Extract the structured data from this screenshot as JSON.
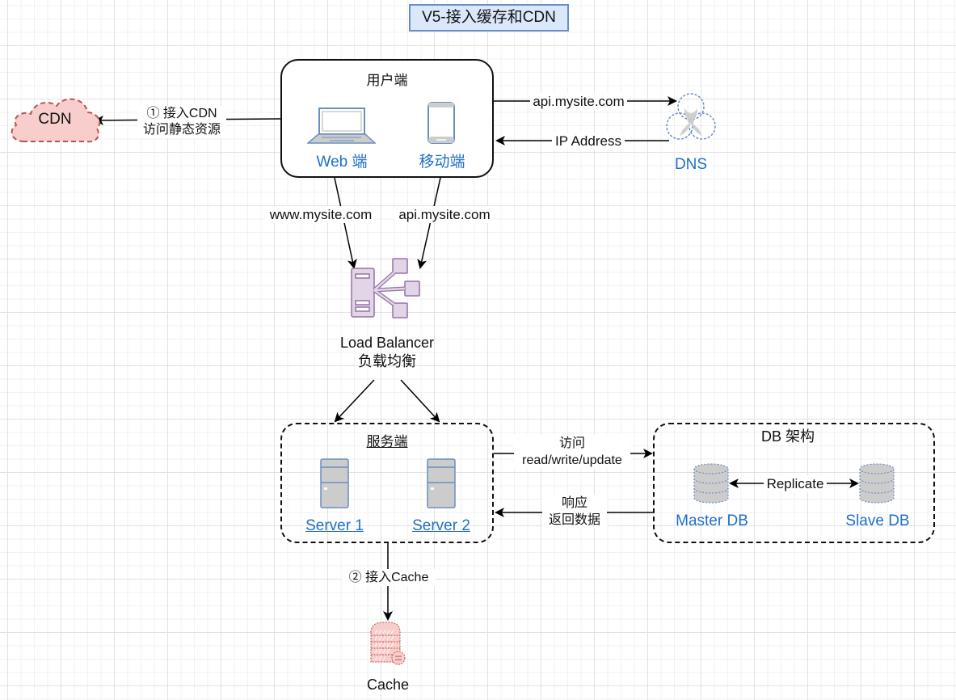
{
  "title": "V5-接入缓存和CDN",
  "colors": {
    "title_fill": "#dae8fc",
    "title_stroke": "#6c8ebf",
    "label_blue": "#1f6fc7",
    "cdn_fill": "#f8cecc",
    "cdn_stroke": "#b85450",
    "lb_fill": "#e1d5e7",
    "lb_stroke": "#9673a6",
    "device_stroke": "#6c8ebf",
    "device_fill": "#cccccc"
  },
  "cdn": {
    "label": "CDN",
    "edge_label_line1": "① 接入CDN",
    "edge_label_line2": "访问静态资源"
  },
  "client": {
    "title": "用户端",
    "web": {
      "icon": "laptop-icon",
      "label": "Web 端"
    },
    "mobile": {
      "icon": "mobile-phone-icon",
      "label": "移动端"
    }
  },
  "dns": {
    "icon": "dns-icon",
    "label": "DNS",
    "request_label": "api.mysite.com",
    "response_label": "IP Address"
  },
  "to_lb": {
    "web_label": "www.mysite.com",
    "api_label": "api.mysite.com"
  },
  "load_balancer": {
    "icon": "load-balancer-icon",
    "label_line1": "Load Balancer",
    "label_line2": "负载均衡"
  },
  "server_group": {
    "title": "服务端",
    "servers": [
      {
        "icon": "server-icon",
        "label": "Server 1"
      },
      {
        "icon": "server-icon",
        "label": "Server 2"
      }
    ]
  },
  "db_edges": {
    "request_line1": "访问",
    "request_line2": "read/write/update",
    "response_line1": "响应",
    "response_line2": "返回数据"
  },
  "db_group": {
    "title": "DB 架构",
    "master": {
      "icon": "database-icon",
      "label": "Master DB"
    },
    "slave": {
      "icon": "database-icon",
      "label": "Slave DB"
    },
    "replicate_label": "Replicate"
  },
  "cache": {
    "edge_label": "② 接入Cache",
    "icon": "cache-icon",
    "label": "Cache"
  }
}
